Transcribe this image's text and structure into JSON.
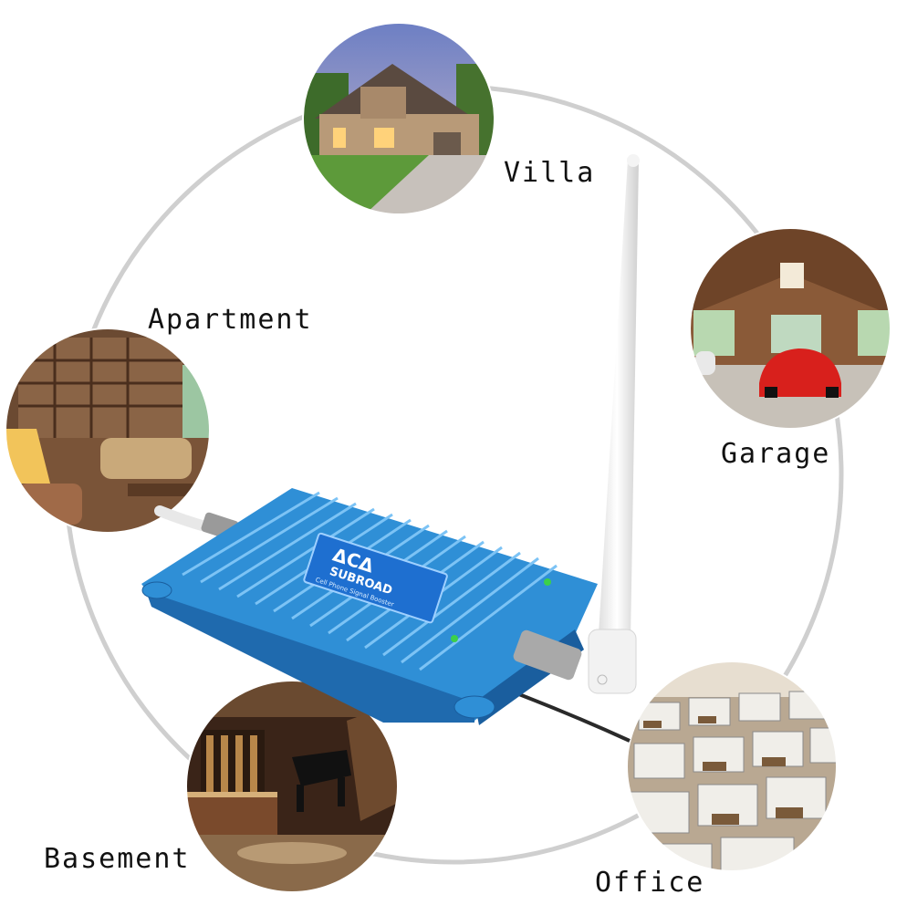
{
  "locations": {
    "villa": "Villa",
    "apartment": "Apartment",
    "garage": "Garage",
    "basement": "Basement",
    "office": "Office"
  },
  "device": {
    "brand": "SUBROAD",
    "subtitle": "Cell Phone Signal Booster",
    "body_color": "#2f8fd6",
    "plate_color": "#1e6fd0"
  }
}
